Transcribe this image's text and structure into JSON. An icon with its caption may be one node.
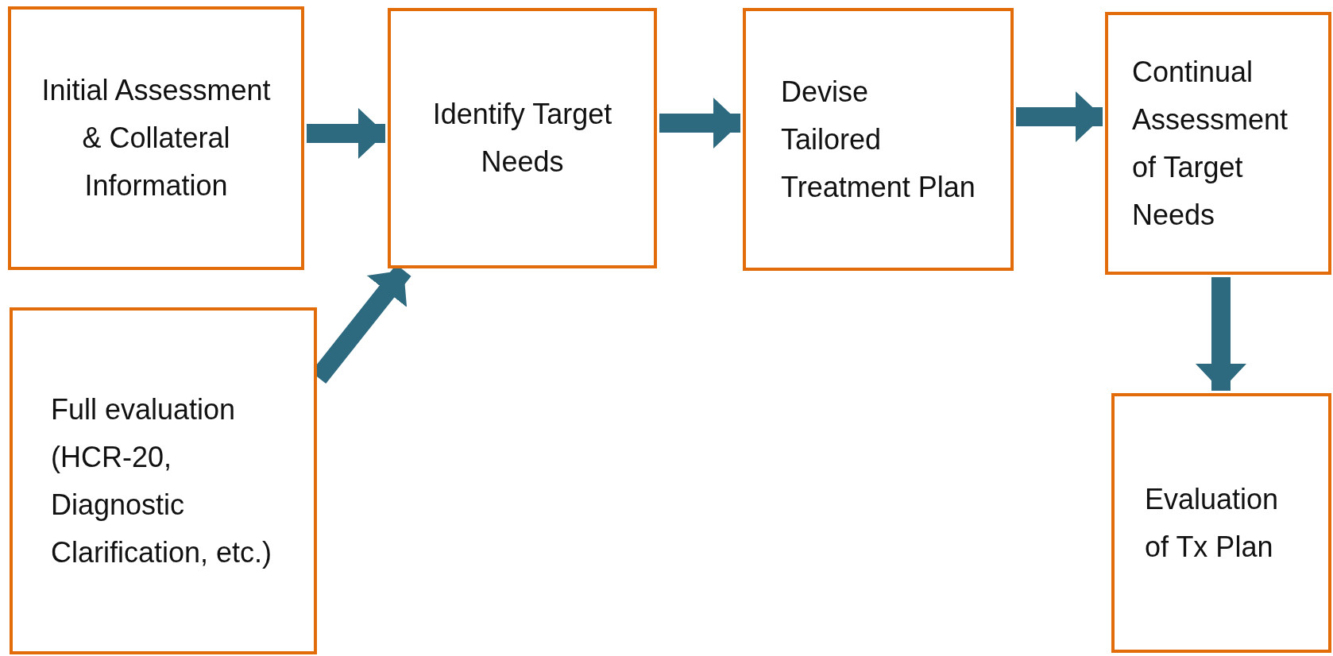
{
  "diagram": {
    "nodes": [
      {
        "text": [
          "Initial Assessment & Collateral Information"
        ]
      },
      {
        "text": [
          "Full evaluation (HCR-20, Diagnostic Clarification, etc.)"
        ]
      },
      {
        "text": [
          "Identify Target Needs"
        ]
      },
      {
        "text": [
          "Devise Tailored Treatment Plan"
        ]
      },
      {
        "text": [
          "Continual Assessment of Target Needs"
        ]
      },
      {
        "text": [
          "Evaluation of Tx Plan"
        ]
      }
    ],
    "edges": [
      {
        "from": 0,
        "to": 2,
        "arrow": "to"
      },
      {
        "from": 1,
        "to": 2,
        "arrow": "to"
      },
      {
        "from": 2,
        "to": 3,
        "arrow": "to"
      },
      {
        "from": 3,
        "to": 4,
        "arrow": "to"
      },
      {
        "from": 4,
        "to": 5,
        "arrow": "to"
      }
    ]
  }
}
